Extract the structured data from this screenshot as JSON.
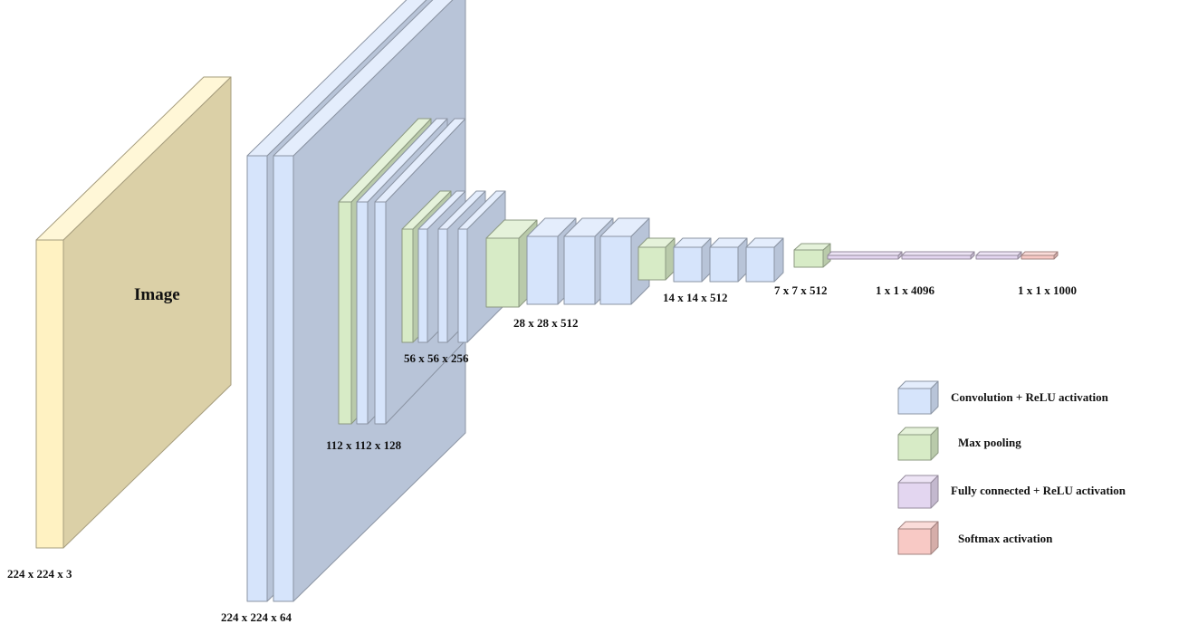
{
  "diagram": {
    "image_label": "Image",
    "dims": {
      "input": "224 x 224 x 3",
      "conv1": "224 x 224 x 64",
      "conv2": "112 x 112 x 128",
      "conv3": "56 x 56 x 256",
      "conv4": "28 x 28 x 512",
      "conv5": "14 x 14 x 512",
      "pool5": "7 x 7 x 512",
      "fc": "1 x 1 x 4096",
      "softmax": "1 x 1 x 1000"
    }
  },
  "legend": [
    {
      "key": "conv",
      "label": "Convolution + ReLU activation",
      "color": "#d6e4fb"
    },
    {
      "key": "pool",
      "label": "Max pooling",
      "color": "#d7ebc6"
    },
    {
      "key": "fc",
      "label": "Fully connected + ReLU activation",
      "color": "#e3d6f0"
    },
    {
      "key": "softmax",
      "label": "Softmax activation",
      "color": "#f8c9c5"
    }
  ],
  "colors": {
    "input": "#fff2c2",
    "conv": "#d6e4fb",
    "pool": "#d7ebc6",
    "fc": "#e3d6f0",
    "softmax": "#f8c9c5"
  }
}
